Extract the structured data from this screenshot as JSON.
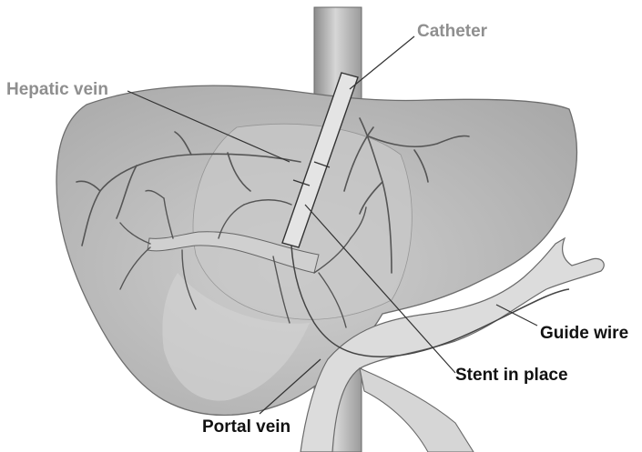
{
  "labels": {
    "catheter": "Catheter",
    "hepatic_vein": "Hepatic vein",
    "guide_wire": "Guide wire",
    "stent": "Stent in place",
    "portal_vein": "Portal vein"
  },
  "colors": {
    "liver_fill": "#b8b8b8",
    "liver_lobe": "#c9c9c9",
    "vessel": "#d9d9d9",
    "vessel_edge": "#6a6a6a",
    "branch": "#555555",
    "leader": "#333333",
    "gray_label": "#8f8f8f",
    "dark_label": "#111111"
  }
}
